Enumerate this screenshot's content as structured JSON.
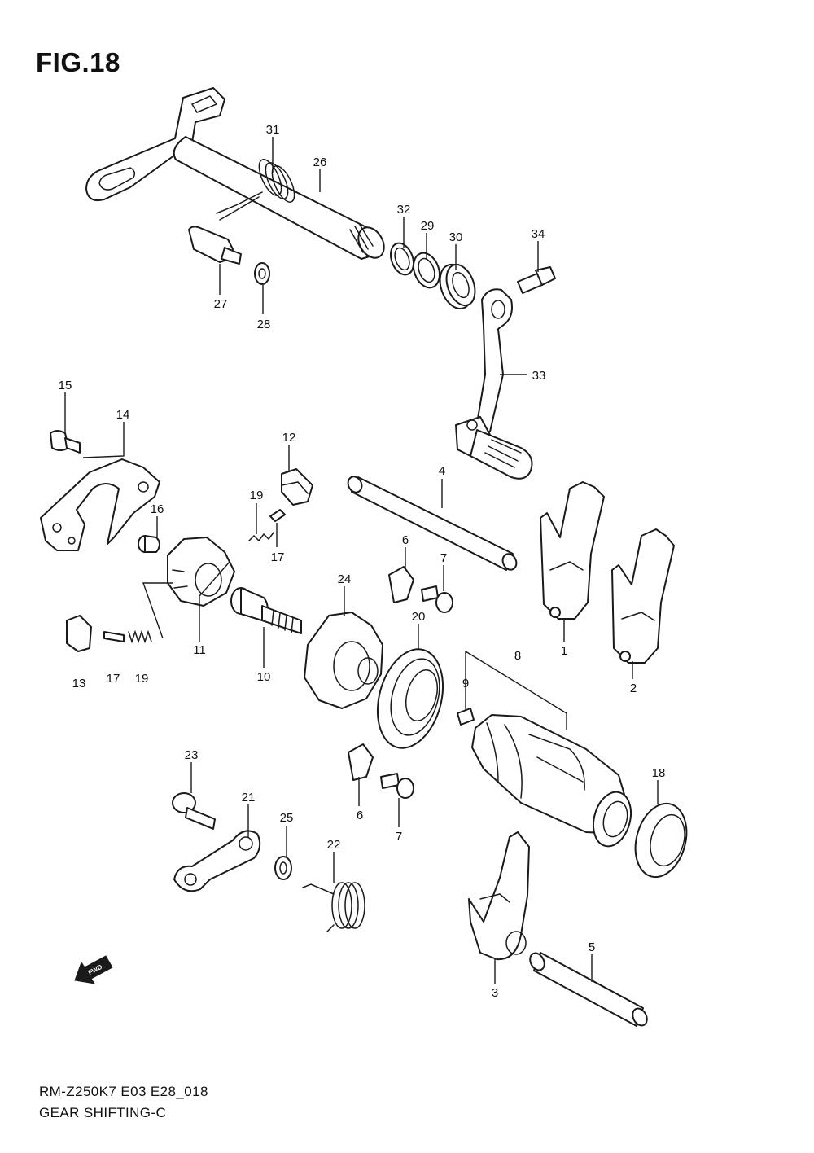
{
  "figure": {
    "title": "FIG.18",
    "model_code": "RM-Z250K7 E03 E28_018",
    "section_name": "GEAR SHIFTING-C",
    "fwd_label": "FWD"
  },
  "callouts": [
    {
      "id": "c31",
      "number": "31"
    },
    {
      "id": "c26",
      "number": "26"
    },
    {
      "id": "c32",
      "number": "32"
    },
    {
      "id": "c29",
      "number": "29"
    },
    {
      "id": "c30",
      "number": "30"
    },
    {
      "id": "c34",
      "number": "34"
    },
    {
      "id": "c27",
      "number": "27"
    },
    {
      "id": "c28",
      "number": "28"
    },
    {
      "id": "c33",
      "number": "33"
    },
    {
      "id": "c15",
      "number": "15"
    },
    {
      "id": "c14",
      "number": "14"
    },
    {
      "id": "c12",
      "number": "12"
    },
    {
      "id": "c19a",
      "number": "19"
    },
    {
      "id": "c16",
      "number": "16"
    },
    {
      "id": "c17a",
      "number": "17"
    },
    {
      "id": "c4",
      "number": "4"
    },
    {
      "id": "c6a",
      "number": "6"
    },
    {
      "id": "c7a",
      "number": "7"
    },
    {
      "id": "c24",
      "number": "24"
    },
    {
      "id": "c11",
      "number": "11"
    },
    {
      "id": "c13",
      "number": "13"
    },
    {
      "id": "c17b",
      "number": "17"
    },
    {
      "id": "c19b",
      "number": "19"
    },
    {
      "id": "c10",
      "number": "10"
    },
    {
      "id": "c20",
      "number": "20"
    },
    {
      "id": "c1",
      "number": "1"
    },
    {
      "id": "c8",
      "number": "8"
    },
    {
      "id": "c9",
      "number": "9"
    },
    {
      "id": "c2",
      "number": "2"
    },
    {
      "id": "c23",
      "number": "23"
    },
    {
      "id": "c21",
      "number": "21"
    },
    {
      "id": "c6b",
      "number": "6"
    },
    {
      "id": "c7b",
      "number": "7"
    },
    {
      "id": "c25",
      "number": "25"
    },
    {
      "id": "c22",
      "number": "22"
    },
    {
      "id": "c18",
      "number": "18"
    },
    {
      "id": "c5",
      "number": "5"
    },
    {
      "id": "c3",
      "number": "3"
    }
  ]
}
